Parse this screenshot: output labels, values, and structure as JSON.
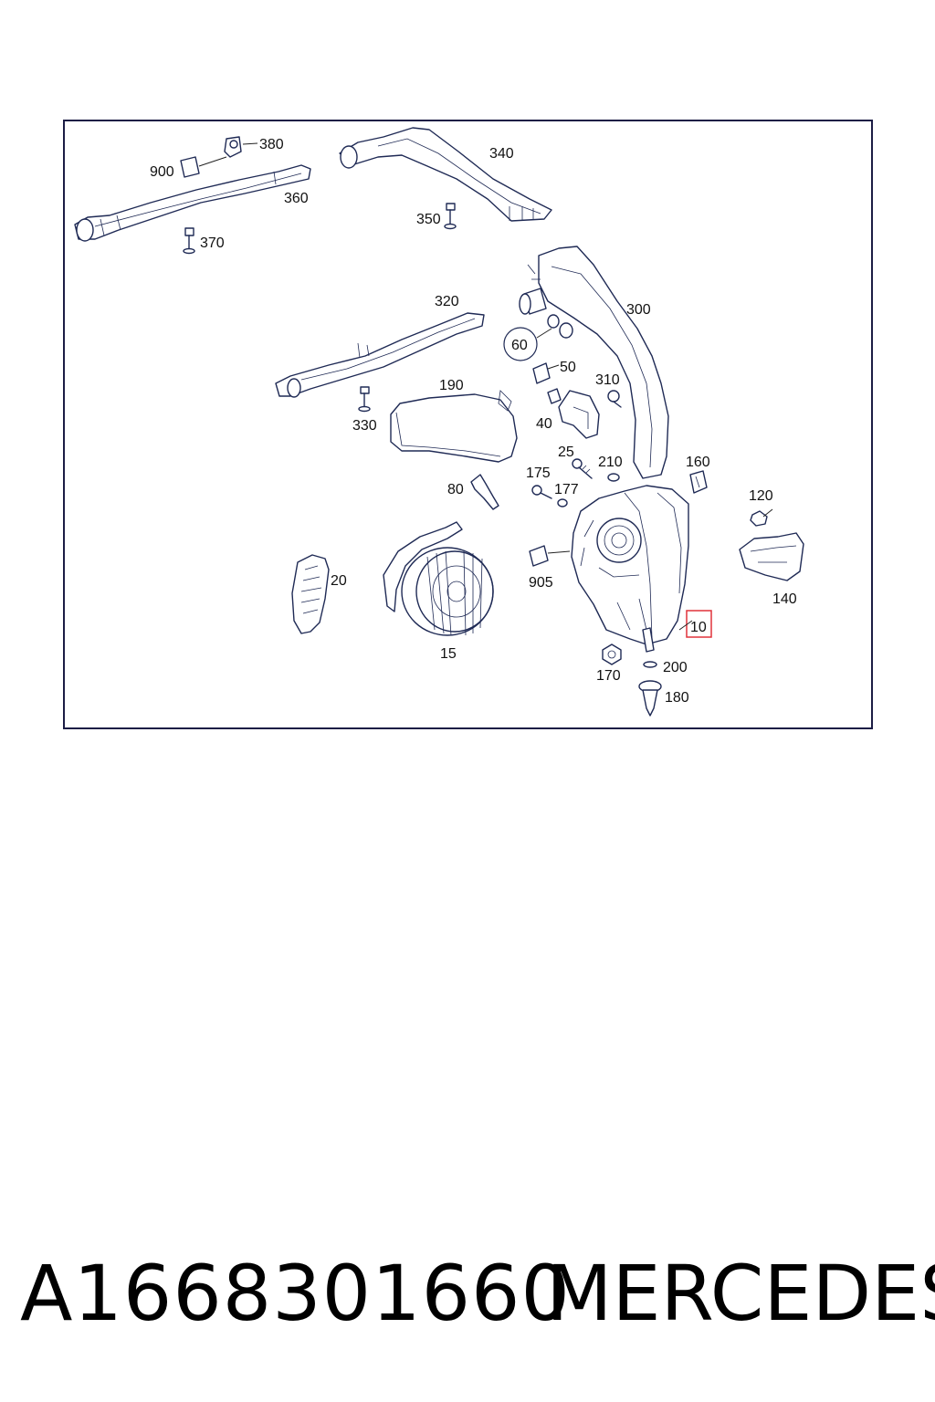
{
  "diagram": {
    "callouts": {
      "c380": "380",
      "c900": "900",
      "c360": "360",
      "c370": "370",
      "c340": "340",
      "c350": "350",
      "c320": "320",
      "c300": "300",
      "c60": "60",
      "c50": "50",
      "c310": "310",
      "c190": "190",
      "c330": "330",
      "c40": "40",
      "c25": "25",
      "c210": "210",
      "c160": "160",
      "c175": "175",
      "c177": "177",
      "c80": "80",
      "c120": "120",
      "c20": "20",
      "c905": "905",
      "c140": "140",
      "c10": "10",
      "c15": "15",
      "c170": "170",
      "c200": "200",
      "c180": "180"
    },
    "highlighted_callout": "10",
    "highlight_color": "#e0323a",
    "line_color": "#1f2a55"
  },
  "footer": {
    "part_number": "A1668301660",
    "brand": "MERCEDES"
  }
}
